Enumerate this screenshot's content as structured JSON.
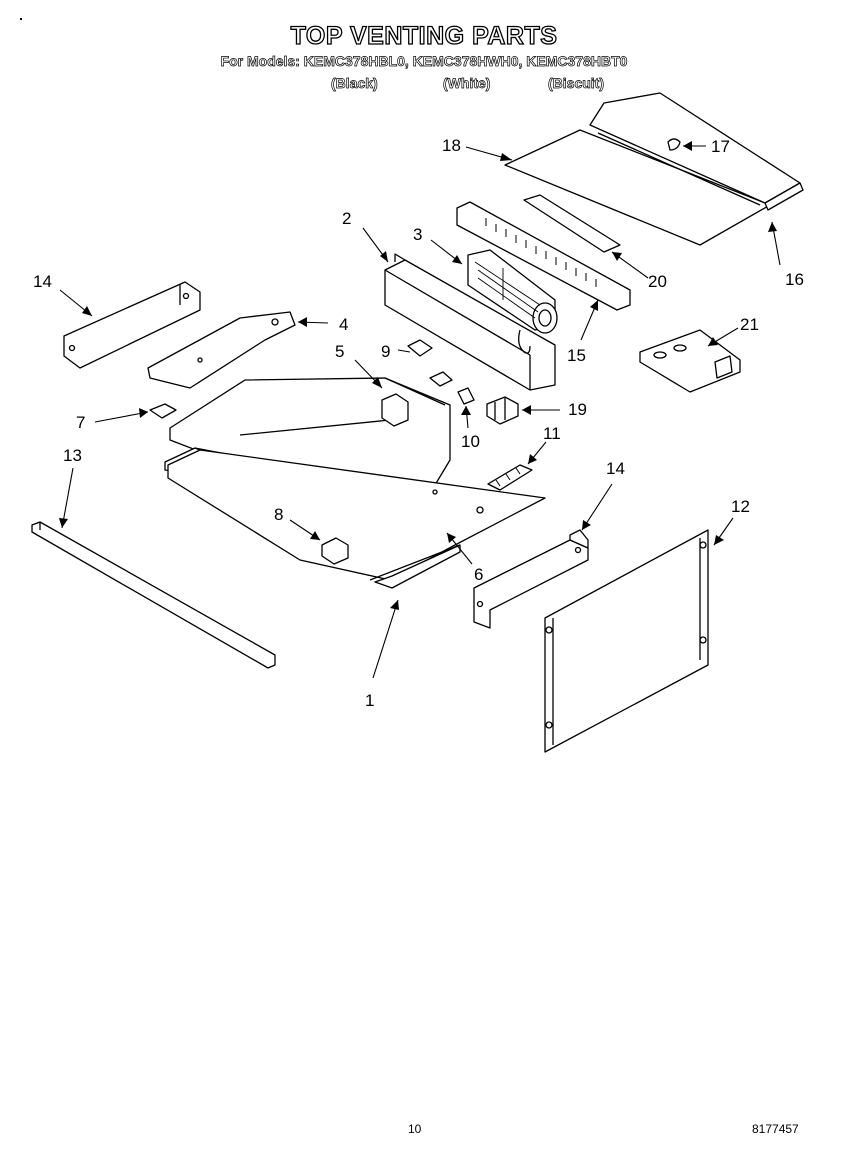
{
  "header": {
    "title": "TOP VENTING PARTS",
    "models": "For Models: KEMC378HBL0, KEMC378HWH0, KEMC378HBT0",
    "variants": [
      "(Black)",
      "(White)",
      "(Biscuit)"
    ]
  },
  "callouts": [
    "1",
    "2",
    "3",
    "4",
    "5",
    "6",
    "7",
    "8",
    "9",
    "10",
    "11",
    "12",
    "13",
    "14",
    "14",
    "15",
    "16",
    "17",
    "18",
    "19",
    "20",
    "21"
  ],
  "footer": {
    "page": "10",
    "doc": "8177457"
  }
}
